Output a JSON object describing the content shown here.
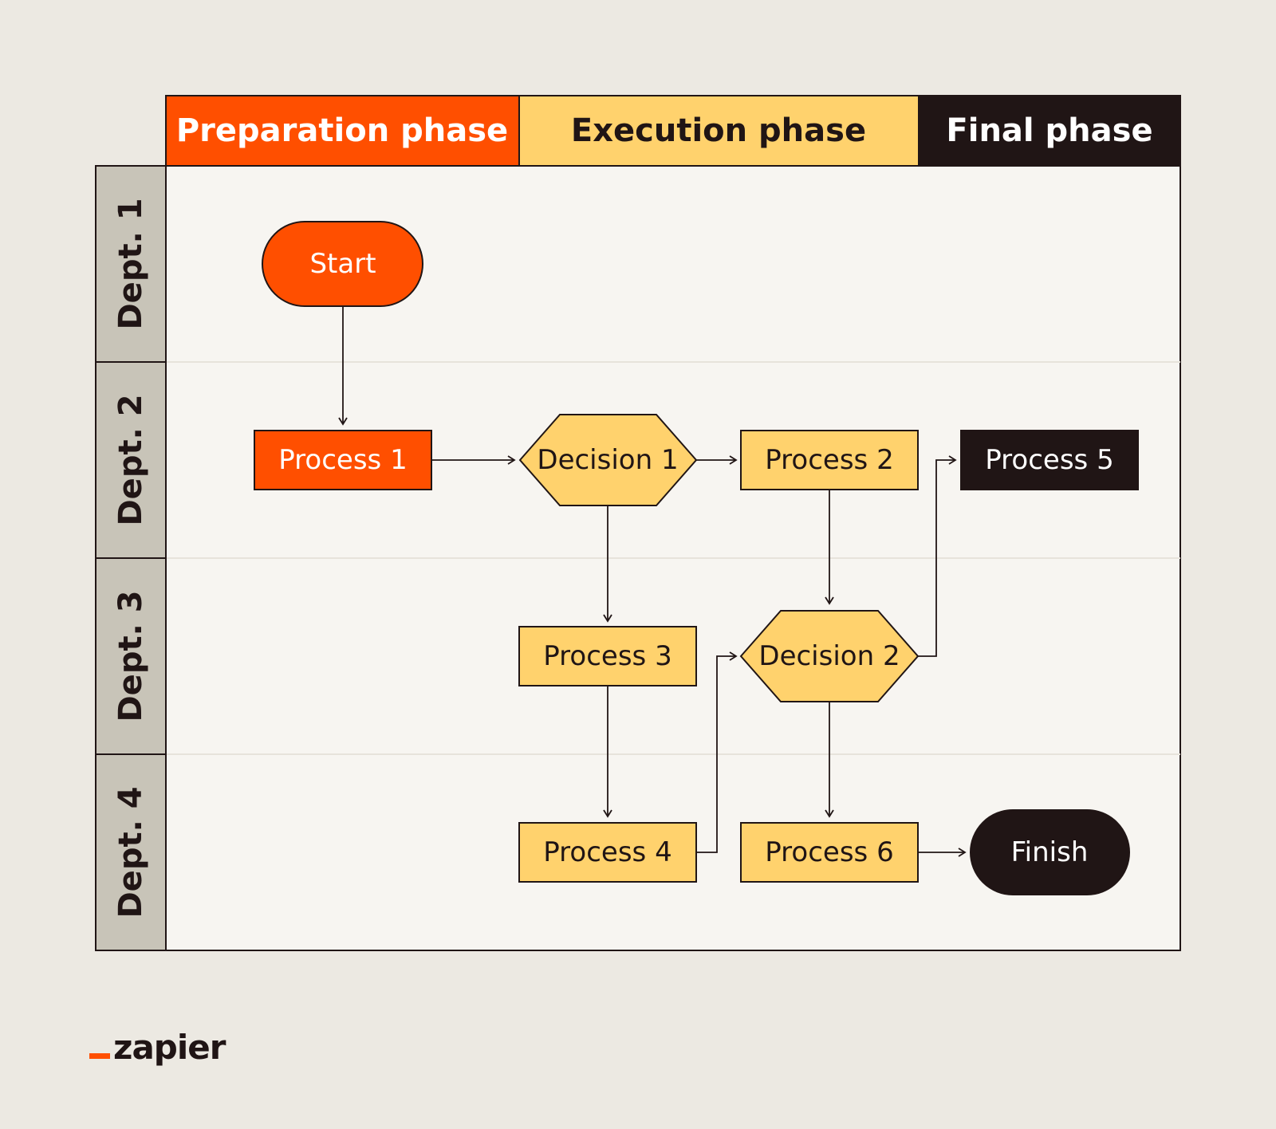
{
  "diagram": {
    "phases": [
      {
        "label": "Preparation phase",
        "fill": "#ff4f00",
        "text_color": "#ffffff"
      },
      {
        "label": "Execution phase",
        "fill": "#ffd26d",
        "text_color": "#201515"
      },
      {
        "label": "Final phase",
        "fill": "#201515",
        "text_color": "#ffffff"
      }
    ],
    "departments": [
      {
        "label": "Dept. 1"
      },
      {
        "label": "Dept. 2"
      },
      {
        "label": "Dept. 3"
      },
      {
        "label": "Dept. 4"
      }
    ],
    "nodes": {
      "start": {
        "label": "Start",
        "shape": "terminal",
        "fill": "#ff4f00",
        "text_color": "#ffffff"
      },
      "process1": {
        "label": "Process 1",
        "shape": "process",
        "fill": "#ff4f00",
        "text_color": "#ffffff"
      },
      "decision1": {
        "label": "Decision 1",
        "shape": "decision",
        "fill": "#ffd26d",
        "text_color": "#201515"
      },
      "process2": {
        "label": "Process 2",
        "shape": "process",
        "fill": "#ffd26d",
        "text_color": "#201515"
      },
      "process5": {
        "label": "Process 5",
        "shape": "process",
        "fill": "#201515",
        "text_color": "#ffffff"
      },
      "process3": {
        "label": "Process 3",
        "shape": "process",
        "fill": "#ffd26d",
        "text_color": "#201515"
      },
      "decision2": {
        "label": "Decision 2",
        "shape": "decision",
        "fill": "#ffd26d",
        "text_color": "#201515"
      },
      "process4": {
        "label": "Process 4",
        "shape": "process",
        "fill": "#ffd26d",
        "text_color": "#201515"
      },
      "process6": {
        "label": "Process 6",
        "shape": "process",
        "fill": "#ffd26d",
        "text_color": "#201515"
      },
      "finish": {
        "label": "Finish",
        "shape": "terminal",
        "fill": "#201515",
        "text_color": "#ffffff"
      }
    },
    "edges": [
      {
        "from": "start",
        "to": "process1"
      },
      {
        "from": "process1",
        "to": "decision1"
      },
      {
        "from": "decision1",
        "to": "process2"
      },
      {
        "from": "decision1",
        "to": "process3"
      },
      {
        "from": "process2",
        "to": "decision2"
      },
      {
        "from": "process3",
        "to": "process4"
      },
      {
        "from": "process4",
        "to": "decision2"
      },
      {
        "from": "decision2",
        "to": "process5"
      },
      {
        "from": "decision2",
        "to": "process6"
      },
      {
        "from": "process6",
        "to": "finish"
      }
    ]
  },
  "branding": {
    "logo_text": "zapier",
    "accent_color": "#ff4f00"
  }
}
